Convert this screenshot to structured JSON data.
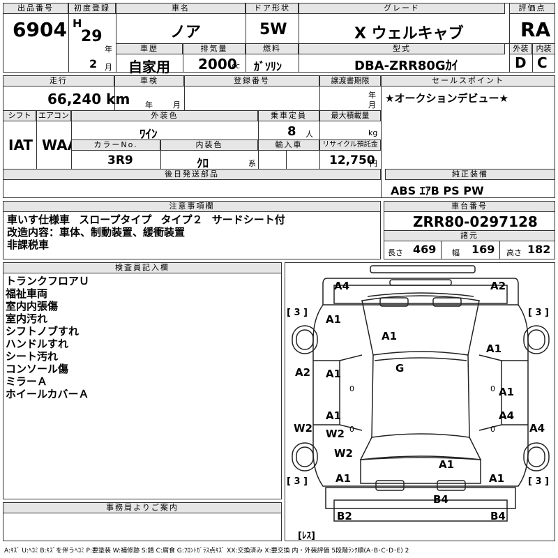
{
  "header": {
    "lot_label": "出品番号",
    "lot_no": "6904",
    "first_reg_label": "初度登録",
    "era": "H",
    "year": "29",
    "year_unit": "年",
    "month": "2",
    "month_unit": "月",
    "car_name_label": "車名",
    "car_name": "ノア",
    "door_label": "ドア形状",
    "door": "5W",
    "grade_label": "グレード",
    "grade": "X ウェルキャブ",
    "score_label": "評価点",
    "score": "RA",
    "history_label": "車歴",
    "history": "自家用",
    "displacement_label": "排気量",
    "displacement": "2000",
    "displacement_unit": "cc",
    "fuel_label": "燃料",
    "fuel": "ｶﾞｿﾘﾝ",
    "model_label": "型式",
    "model": "DBA-ZRR80Gｶｲ",
    "ext_label": "外装",
    "ext_grade": "D",
    "int_label": "内装",
    "int_grade": "C"
  },
  "row2": {
    "mileage_label": "走行",
    "mileage": "66,240 km",
    "inspection_label": "車検",
    "year_unit": "年",
    "month_unit": "月",
    "plate_label": "登録番号",
    "transfer_label": "譲渡書期限",
    "sales_label": "セールスポイント",
    "sales_point": "★オークションデビュー★",
    "shift_label": "シフト",
    "shift": "IAT",
    "ac_label": "エアコン",
    "ac": "WAA",
    "exterior_color_label": "外装色",
    "exterior_color": "ﾜｲﾝ",
    "capacity_label": "乗車定員",
    "capacity": "8",
    "capacity_unit": "人",
    "load_label": "最大積載量",
    "load_unit": "kg",
    "color_no_label": "カラーNo.",
    "color_no": "3R9",
    "interior_color_label": "内装色",
    "interior_color": "ｸﾛ",
    "interior_unit": "系",
    "import_label": "輸入車",
    "recycle_label": "リサイクル預託金",
    "recycle": "12,750",
    "recycle_unit": "円",
    "later_label": "後日発送部品",
    "equip_label": "純正装備",
    "equipment": "ABS ｴｱB PS PW"
  },
  "notes": {
    "label": "注意事項欄",
    "lines": [
      "車いす仕様車 スロープタイプ タイプ２ サードシート付",
      "改造内容：車体、制動装置、緩衝装置",
      "非課税車"
    ]
  },
  "chassis": {
    "label": "車台番号",
    "number": "ZRR80-0297128",
    "spec_label": "諸元",
    "length_label": "長さ",
    "length": "469",
    "width_label": "幅",
    "width": "169",
    "height_label": "高さ",
    "height": "182"
  },
  "inspector": {
    "label": "検査員記入欄",
    "lines": [
      "トランクフロアＵ",
      "福祉車両",
      "室内内張傷",
      "室内汚れ",
      "シフトノブすれ",
      "ハンドルすれ",
      "シート汚れ",
      "コンソール傷",
      "ミラーＡ",
      "ホイールカバーＡ"
    ]
  },
  "office": {
    "label": "事務局よりご案内"
  },
  "legend": "A:ｷｽﾞ U:ﾍｺﾐ B:ｷｽﾞを伴うﾍｺﾐ P:要塗装 W:補修跡 S:錆 C:腐食 G:ﾌﾛﾝﾄｶﾞﾗｽ点ｷｽﾞ XX:交換済み X:要交換 内・外装評価 5段階ﾗﾝｸ順(A･B･C･D･E) 2",
  "diagram": {
    "marks": [
      "A4",
      "A2",
      "A1",
      "A1",
      "A1",
      "G",
      "A2",
      "A1",
      "A1",
      "A1",
      "A4",
      "A1",
      "W2",
      "W2",
      "A4",
      "W2",
      "A1",
      "A1",
      "A1",
      "B4",
      "B2",
      "B4"
    ],
    "tires": [
      "[ 3 ]",
      "[ 3 ]",
      "[ 3 ]",
      "[ 3 ]"
    ],
    "wheel_marks": [
      "0",
      "0",
      "0",
      "0"
    ],
    "spare": "[ﾚｽ]"
  }
}
